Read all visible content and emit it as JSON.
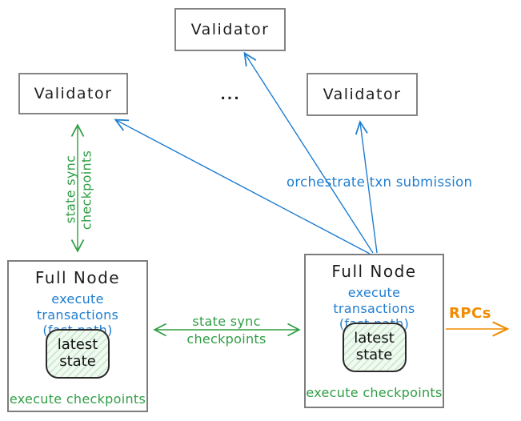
{
  "diagram": {
    "validator_top": {
      "label": "Validator"
    },
    "validator_left": {
      "label": "Validator"
    },
    "validator_right": {
      "label": "Validator"
    },
    "ellipsis": "...",
    "full_node_left": {
      "title": "Full Node",
      "exec_line1": "execute transactions",
      "exec_line2": "(fast path)",
      "state_line1": "latest",
      "state_line2": "state",
      "footer": "execute checkpoints"
    },
    "full_node_right": {
      "title": "Full Node",
      "exec_line1": "execute transactions",
      "exec_line2": "(fast path)",
      "state_line1": "latest",
      "state_line2": "state",
      "footer": "execute checkpoints"
    },
    "labels": {
      "left_sync_line1": "state sync",
      "left_sync_line2": "checkpoints",
      "mid_sync_line1": "state sync",
      "mid_sync_line2": "checkpoints",
      "orchestrate": "orchestrate txn submission",
      "rpcs": "RPCs"
    },
    "colors": {
      "blue": "#1f7ed1",
      "green": "#2f9e44",
      "orange": "#f08c00",
      "box_border": "#7d7d7d",
      "ink": "#1e1e1e",
      "state_fill": "#f1faf1",
      "state_hatch": "#c8e8cc"
    }
  }
}
